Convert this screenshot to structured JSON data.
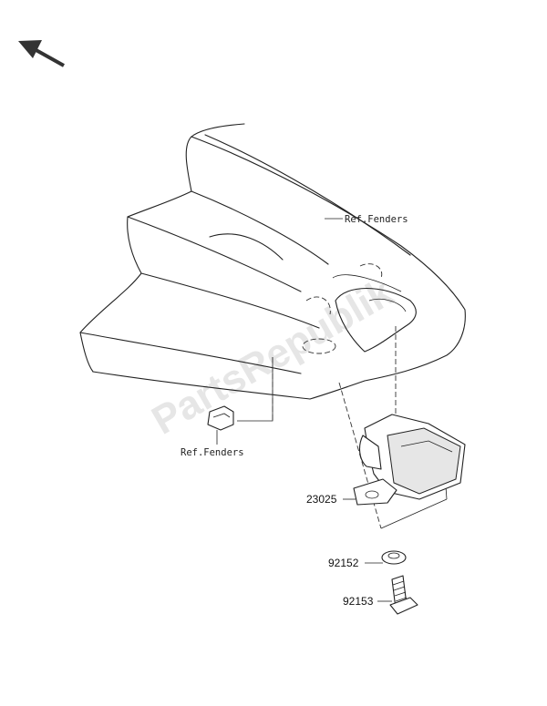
{
  "labels": {
    "ref_fenders_top": "Ref.Fenders",
    "ref_fenders_bottom": "Ref.Fenders"
  },
  "parts": [
    {
      "number": "23025"
    },
    {
      "number": "92152"
    },
    {
      "number": "92153"
    }
  ],
  "watermark": "PartsRepublik"
}
